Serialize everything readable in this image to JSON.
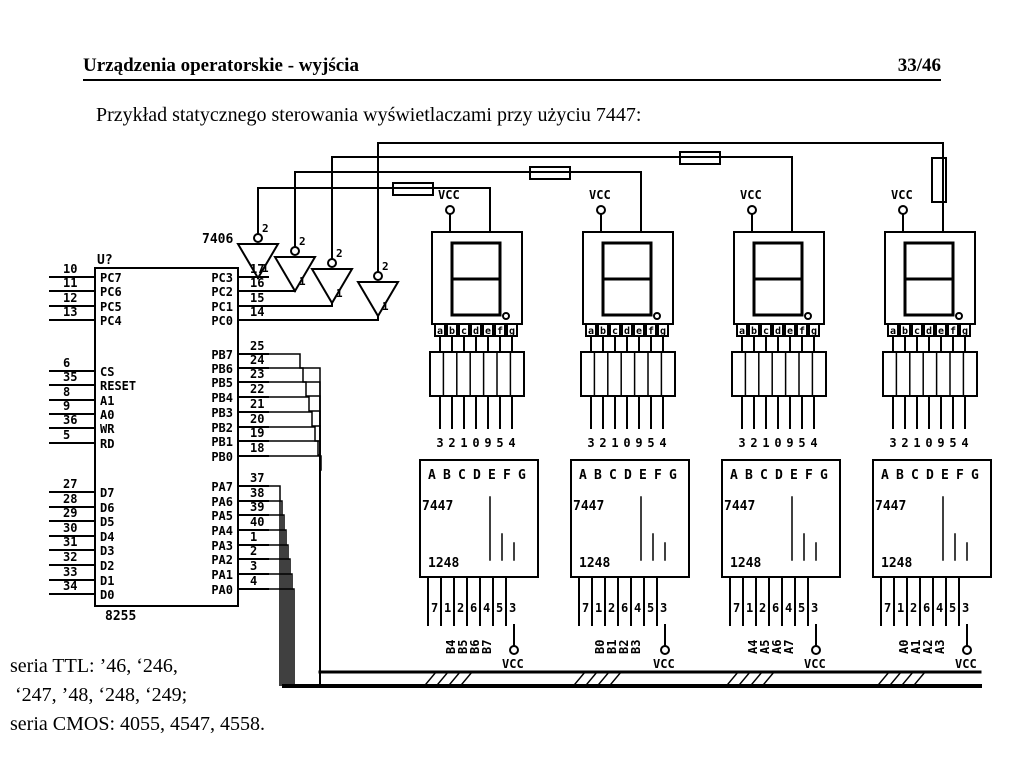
{
  "header": {
    "title": "Urządzenia operatorskie - wyjścia",
    "page": "33/46"
  },
  "subtitle": "Przykład statycznego sterowania wyświetlaczami przy użyciu 7447:",
  "notes": [
    "seria TTL: ’46, ‘246,",
    " ‘247, ’48, ‘248, ‘249;",
    "seria CMOS: 4055, 4547, 4558."
  ],
  "schematic": {
    "chip_ref": "U?",
    "chip_part": "8255",
    "inverter_part": "7406",
    "inverter_pin_out": "2",
    "inverter_pin_in": "1",
    "vcc_label": "VCC",
    "decoder_part": "7447",
    "decoder_input_labels": "ABCDEFG",
    "decoder_bottom_labels": "1248",
    "decoder_bottom_pins": "7126453",
    "decoder_top_pins": "3210954",
    "display_seg_labels": "abcdefg",
    "chip_pins_left": [
      {
        "num": "10",
        "name": "PC7"
      },
      {
        "num": "11",
        "name": "PC6"
      },
      {
        "num": "12",
        "name": "PC5"
      },
      {
        "num": "13",
        "name": "PC4"
      },
      {
        "num": "6",
        "name": "CS"
      },
      {
        "num": "35",
        "name": "RESET"
      },
      {
        "num": "8",
        "name": "A1"
      },
      {
        "num": "9",
        "name": "A0"
      },
      {
        "num": "36",
        "name": "WR"
      },
      {
        "num": "5",
        "name": "RD"
      },
      {
        "num": "27",
        "name": "D7"
      },
      {
        "num": "28",
        "name": "D6"
      },
      {
        "num": "29",
        "name": "D5"
      },
      {
        "num": "30",
        "name": "D4"
      },
      {
        "num": "31",
        "name": "D3"
      },
      {
        "num": "32",
        "name": "D2"
      },
      {
        "num": "33",
        "name": "D1"
      },
      {
        "num": "34",
        "name": "D0"
      }
    ],
    "chip_pins_right": [
      {
        "num": "17",
        "name": "PC3"
      },
      {
        "num": "16",
        "name": "PC2"
      },
      {
        "num": "15",
        "name": "PC1"
      },
      {
        "num": "14",
        "name": "PC0"
      },
      {
        "num": "25",
        "name": "PB7"
      },
      {
        "num": "24",
        "name": "PB6"
      },
      {
        "num": "23",
        "name": "PB5"
      },
      {
        "num": "22",
        "name": "PB4"
      },
      {
        "num": "21",
        "name": "PB3"
      },
      {
        "num": "20",
        "name": "PB2"
      },
      {
        "num": "19",
        "name": "PB1"
      },
      {
        "num": "18",
        "name": "PB0"
      },
      {
        "num": "37",
        "name": "PA7"
      },
      {
        "num": "38",
        "name": "PA6"
      },
      {
        "num": "39",
        "name": "PA5"
      },
      {
        "num": "40",
        "name": "PA4"
      },
      {
        "num": "1",
        "name": "PA3"
      },
      {
        "num": "2",
        "name": "PA2"
      },
      {
        "num": "3",
        "name": "PA1"
      },
      {
        "num": "4",
        "name": "PA0"
      }
    ],
    "bus_labels": [
      [
        "B4",
        "B5",
        "B6",
        "B7"
      ],
      [
        "B0",
        "B1",
        "B2",
        "B3"
      ],
      [
        "A4",
        "A5",
        "A6",
        "A7"
      ],
      [
        "A0",
        "A1",
        "A2",
        "A3"
      ]
    ]
  }
}
